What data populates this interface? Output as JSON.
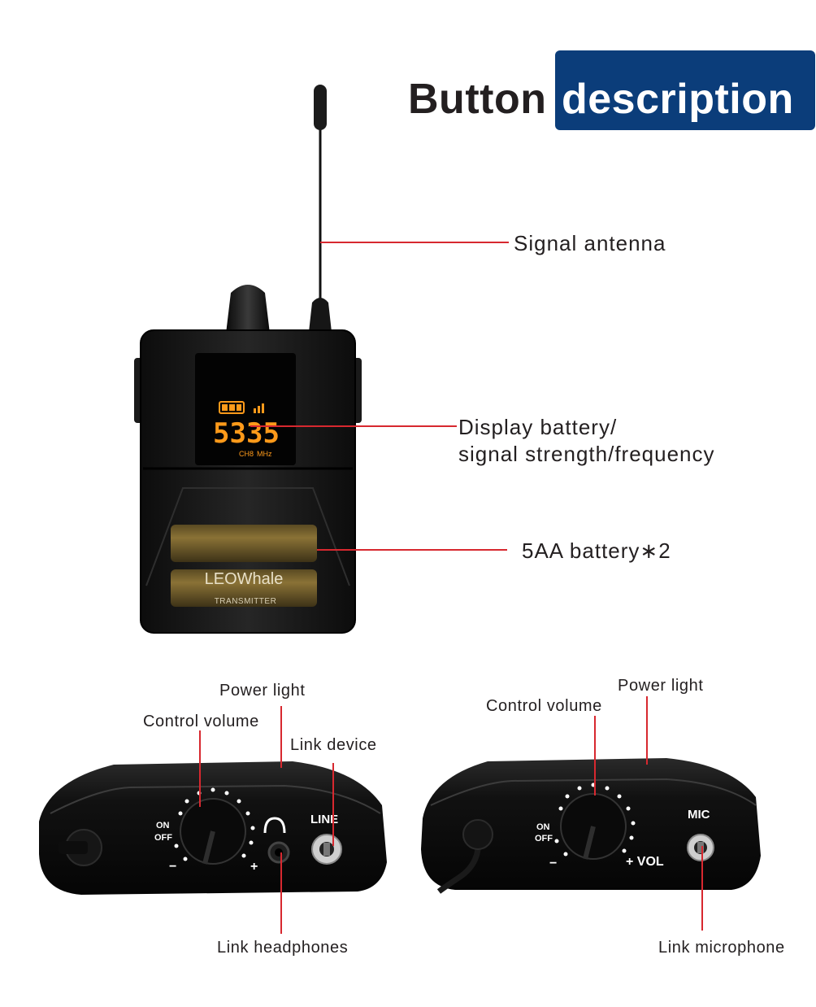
{
  "title": {
    "word1": "Button",
    "word2": "description"
  },
  "callouts": {
    "antenna": "Signal antenna",
    "display_line1": "Display battery/",
    "display_line2": "signal strength/frequency",
    "battery": "5AA battery∗2"
  },
  "device_screen": {
    "frequency": "5335",
    "channel": "CH8",
    "unit": "MHz"
  },
  "device_brand": {
    "logo": "LEOWhale",
    "model": "TRANSMITTER"
  },
  "left_unit": {
    "power_light": "Power light",
    "control_volume": "Control volume",
    "link_device": "Link device",
    "link_headphones": "Link headphones",
    "panel_on": "ON",
    "panel_off": "OFF",
    "panel_minus": "−",
    "panel_plus": "+",
    "panel_line": "LINE"
  },
  "right_unit": {
    "power_light": "Power light",
    "control_volume": "Control volume",
    "link_microphone": "Link microphone",
    "panel_on": "ON",
    "panel_off": "OFF",
    "panel_minus": "−",
    "panel_vol": "+ VOL",
    "panel_mic": "MIC"
  },
  "colors": {
    "accent_blue": "#0b3d7a",
    "callout_red": "#d7282f",
    "display_orange": "#ff9a1a",
    "device_black": "#151515"
  }
}
